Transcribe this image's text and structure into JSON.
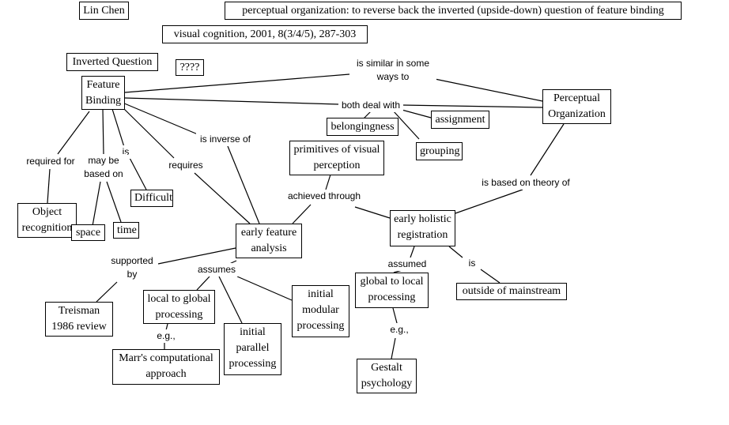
{
  "nodes": {
    "author": "Lin Chen",
    "title": "perceptual organization: to reverse back the inverted (upside-down) question of feature binding",
    "citation": "visual cognition, 2001, 8(3/4/5), 287-303",
    "inverted_question": "Inverted Question",
    "unknown": "????",
    "feature_binding": [
      "Feature",
      "Binding"
    ],
    "perceptual_organization": [
      "Perceptual",
      "Organization"
    ],
    "assignment": "assignment",
    "belongingness": "belongingness",
    "grouping": "grouping",
    "primitives": [
      "primitives of visual",
      "perception"
    ],
    "object_recognition": [
      "Object",
      "recognition"
    ],
    "space": "space",
    "time": "time",
    "difficult": "Difficult",
    "early_feature_analysis": [
      "early feature",
      "analysis"
    ],
    "early_holistic_registration": [
      "early holistic",
      "registration"
    ],
    "treisman": [
      "Treisman",
      "1986 review"
    ],
    "local_to_global": [
      "local to global",
      "processing"
    ],
    "marr": [
      "Marr's computational",
      "approach"
    ],
    "initial_parallel": [
      "initial",
      "parallel",
      "processing"
    ],
    "initial_modular": [
      "initial",
      "modular",
      "processing"
    ],
    "global_to_local": [
      "global to local",
      "processing"
    ],
    "gestalt": [
      "Gestalt",
      "psychology"
    ],
    "outside_mainstream": "outside of mainstream"
  },
  "links": {
    "is_similar": [
      "is similar in some",
      "ways to"
    ],
    "both_deal_with": "both deal with",
    "is_inverse_of": "is inverse of",
    "requires": "requires",
    "is": "is",
    "may_be_based_on": [
      "may be",
      "based on"
    ],
    "required_for": "required for",
    "achieved_through": "achieved through",
    "is_based_on_theory": "is based on theory of",
    "supported_by": [
      "supported",
      "by"
    ],
    "assumes": "assumes",
    "assumed": "assumed",
    "is2": "is",
    "eg1": "e.g.,",
    "eg2": "e.g.,"
  }
}
